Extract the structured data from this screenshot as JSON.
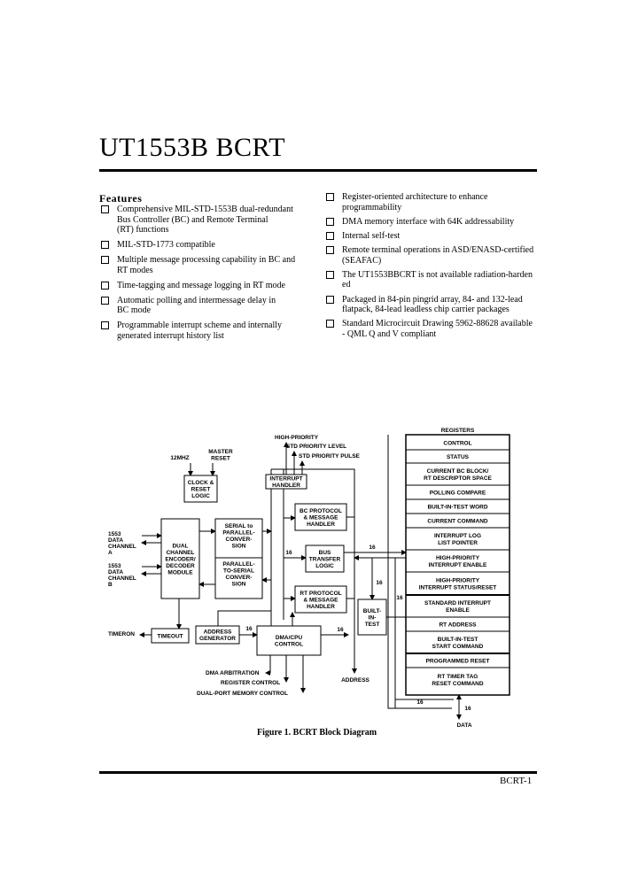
{
  "title": "UT1553B BCRT",
  "features_heading": "Features",
  "features_left": [
    [
      "Comprehensive MIL-STD-1553B dual-redundant",
      "Bus Controller (BC) and Remote Terminal",
      "(RT) functions"
    ],
    [
      "MIL-STD-1773 compatible"
    ],
    [
      "Multiple message processing capability in BC and",
      "RT modes"
    ],
    [
      "Time-tagging and message logging in RT mode"
    ],
    [
      "Automatic polling and intermessage delay in",
      "BC mode"
    ],
    [
      "Programmable interrupt scheme and internally",
      "generated interrupt history list"
    ]
  ],
  "features_right": [
    [
      "Register-oriented architecture to enhance",
      "programmability"
    ],
    [
      "DMA memory interface with 64K addressability"
    ],
    [
      "Internal self-test"
    ],
    [
      "Remote terminal operations in ASD/ENASD-certified",
      "(SEAFAC)"
    ],
    [
      "The UT1553BBCRT is not available radiation-harden",
      "ed"
    ],
    [
      "Packaged in 84-pin pingrid array, 84- and 132-lead",
      "flatpack, 84-lead leadless chip carrier packages"
    ],
    [
      "Standard Microcircuit Drawing 5962-88628 available",
      "- QML Q and V compliant"
    ]
  ],
  "diagram": {
    "registers_header": "REGISTERS",
    "registers": [
      [
        "CONTROL"
      ],
      [
        "STATUS"
      ],
      [
        "CURRENT BC BLOCK/",
        "RT DESCRIPTOR SPACE"
      ],
      [
        "POLLING COMPARE"
      ],
      [
        "BUILT-IN-TEST WORD"
      ],
      [
        "CURRENT COMMAND"
      ],
      [
        "INTERRUPT LOG",
        "LIST POINTER"
      ],
      [
        "HIGH-PRIORITY",
        "INTERRUPT ENABLE"
      ],
      [
        "HIGH-PRIORITY",
        "INTERRUPT STATUS/RESET"
      ],
      [
        "STANDARD INTERRUPT",
        "ENABLE"
      ],
      [
        "RT ADDRESS"
      ],
      [
        "BUILT-IN-TEST",
        "START COMMAND"
      ],
      [
        "PROGRAMMED RESET"
      ],
      [
        "RT TIMER TAG",
        "RESET COMMAND"
      ]
    ],
    "high_priority": "HIGH-PRIORITY",
    "std_priority_level": "STD PRIORITY LEVEL",
    "std_priority_pulse": "STD PRIORITY PULSE",
    "mhz": "12MHZ",
    "master_reset": [
      "MASTER",
      "RESET"
    ],
    "clock_reset": [
      "CLOCK &",
      "RESET",
      "LOGIC"
    ],
    "interrupt_handler": [
      "INTERRUPT",
      "HANDLER"
    ],
    "bc_protocol": [
      "BC PROTOCOL",
      "& MESSAGE",
      "HANDLER"
    ],
    "bus_transfer": [
      "BUS",
      "TRANSFER",
      "LOGIC"
    ],
    "rt_protocol": [
      "RT PROTOCOL",
      "& MESSAGE",
      "HANDLER"
    ],
    "built_in_test": [
      "BUILT-",
      "IN-",
      "TEST"
    ],
    "serial_parallel": [
      "SERIAL to",
      "PARALLEL-",
      "CONVER-",
      "SION"
    ],
    "parallel_serial": [
      "PARALLEL-",
      "TO-SERIAL",
      "CONVER-",
      "SION"
    ],
    "dual_channel": [
      "DUAL",
      "CHANNEL",
      "ENCODER/",
      "DECODER",
      "MODULE"
    ],
    "channel_a": [
      "1553",
      "DATA",
      "CHANNEL",
      "A"
    ],
    "channel_b": [
      "1553",
      "DATA",
      "CHANNEL",
      "B"
    ],
    "timeron": "TIMERON",
    "timeout": "TIMEOUT",
    "address_generator": [
      "ADDRESS",
      "GENERATOR"
    ],
    "dma_cpu": [
      "DMA/CPU",
      "CONTROL"
    ],
    "dma_arbitration": "DMA ARBITRATION",
    "register_control": "REGISTER CONTROL",
    "dual_port": "DUAL-PORT MEMORY CONTROL",
    "address": "ADDRESS",
    "data": "DATA",
    "bus16": "16"
  },
  "caption": "Figure 1. BCRT Block Diagram",
  "footer": "BCRT-1"
}
